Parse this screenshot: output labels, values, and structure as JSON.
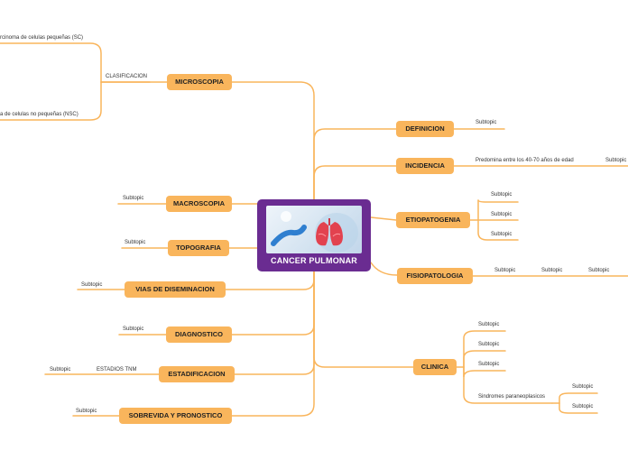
{
  "central": {
    "title": "CANCER PULMONAR"
  },
  "left": {
    "microscopia": {
      "label": "MICROSCOPIA",
      "clasificacion": "CLASIFICACION",
      "sc": "rcinoma de celulas pequeñas (SC)",
      "nsc": "a de celulas no pequeñas (NSC)"
    },
    "macroscopia": {
      "label": "MACROSCOPIA",
      "sub": "Subtopic"
    },
    "topografia": {
      "label": "TOPOGRAFIA",
      "sub": "Subtopic"
    },
    "vias": {
      "label": "VIAS DE DISEMINACION",
      "sub": "Subtopic"
    },
    "diagnostico": {
      "label": "DIAGNOSTICO",
      "sub": "Subtopic"
    },
    "estadificacion": {
      "label": "ESTADIFICACION",
      "tnm": "ESTADIOS TNM",
      "sub": "Subtopic"
    },
    "sobrevida": {
      "label": "SOBREVIDA Y PRONOSTICO",
      "sub": "Subtopic"
    }
  },
  "right": {
    "definicion": {
      "label": "DEFINICION",
      "sub": "Subtopic"
    },
    "incidencia": {
      "label": "INCIDENCIA",
      "detail": "Predomina entre los 40-70 años de edad",
      "sub": "Subtopic"
    },
    "etiopatogenia": {
      "label": "ETIOPATOGENIA",
      "subs": [
        "Subtopic",
        "Subtopic",
        "Subtopic"
      ]
    },
    "fisiopatologia": {
      "label": "FISIOPATOLOGIA",
      "subs": [
        "Subtopic",
        "Subtopic",
        "Subtopic"
      ]
    },
    "clinica": {
      "label": "CLINICA",
      "subs": [
        "Subtopic",
        "Subtopic",
        "Subtopic"
      ],
      "sindromes": "Sindromes paraneoplasicos",
      "sindromes_subs": [
        "Subtopic",
        "Subtopic"
      ]
    }
  },
  "colors": {
    "central": "#6a2c91",
    "node": "#f9b55c",
    "line": "#f9b55c"
  }
}
